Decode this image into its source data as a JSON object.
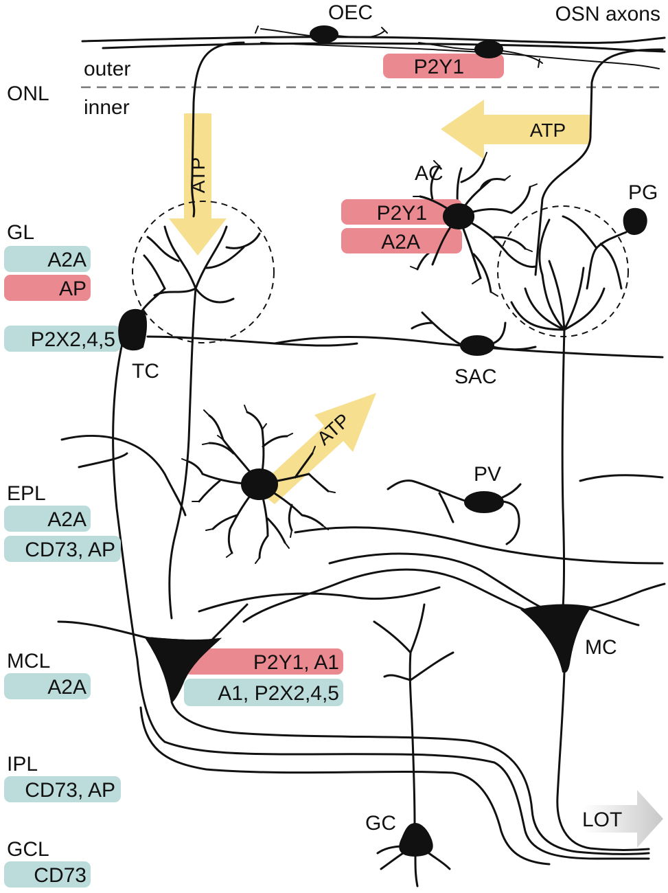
{
  "colors": {
    "receptor_red": "#ea8a90",
    "receptor_blue": "#bcdcdb",
    "atp_yellow": "#f6df8f",
    "neuron": "#111111",
    "lot_gray": "#dcdcdc"
  },
  "layers": {
    "onl": "ONL",
    "outer": "outer",
    "inner": "inner",
    "gl": "GL",
    "epl": "EPL",
    "mcl": "MCL",
    "ipl": "IPL",
    "gcl": "GCL"
  },
  "layer_badges": {
    "gl_a2a": "A2A",
    "gl_ap": "AP",
    "gl_p2x": "P2X2,4,5",
    "epl_a2a": "A2A",
    "epl_cd73": "CD73, AP",
    "mcl_a2a": "A2A",
    "ipl_cd73": "CD73, AP",
    "gcl_cd73": "CD73"
  },
  "cell_labels": {
    "oec": "OEC",
    "osn": "OSN axons",
    "ac": "AC",
    "pg": "PG",
    "tc": "TC",
    "sac": "SAC",
    "pv": "PV",
    "mc": "MC",
    "gc": "GC",
    "lot": "LOT"
  },
  "receptor_badges": {
    "oec_p2y1": "P2Y1",
    "ac_p2y1": "P2Y1",
    "ac_a2a": "A2A",
    "mc_p2y1_a1": "P2Y1, A1",
    "mc_a1_p2x": "A1, P2X2,4,5"
  },
  "atp_arrows": {
    "vertical": "ATP",
    "horizontal": "ATP",
    "diagonal": "ATP"
  }
}
